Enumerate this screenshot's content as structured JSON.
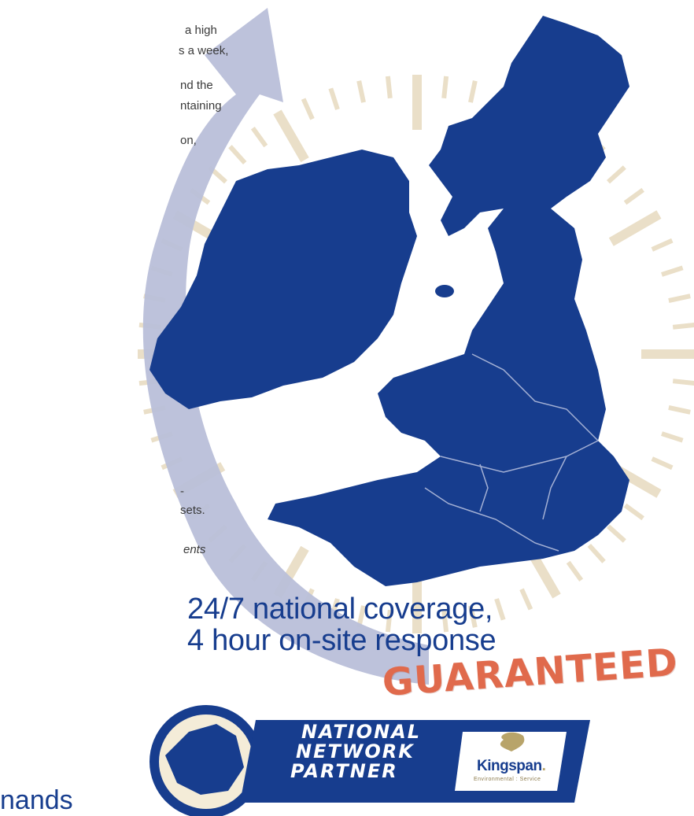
{
  "body_fragments": [
    "a high",
    "s a week,",
    "nd the",
    "ntaining",
    "on,",
    "-",
    "sets.",
    "ents"
  ],
  "headline": {
    "line1": "24/7 national coverage,",
    "line2": "4 hour on-site response",
    "stamp": "GUARANTEED"
  },
  "badge": {
    "line1": "NATIONAL",
    "line2": "NETWORK",
    "line3": "PARTNER",
    "brand": "Kingspan",
    "brand_mark": ".",
    "brand_sub": "Environmental : Service"
  },
  "bottom_text": "nands",
  "colors": {
    "map_blue": "#173d8e",
    "arrow_lavender": "#b9bfd9",
    "clock_tick": "#eadfc8",
    "stamp_red": "#e06a4c",
    "text_grey": "#3a3a3a"
  },
  "icons": [
    "clock-face-icon",
    "circular-arrow-icon",
    "uk-ireland-map-icon",
    "kingspan-lion-icon"
  ]
}
